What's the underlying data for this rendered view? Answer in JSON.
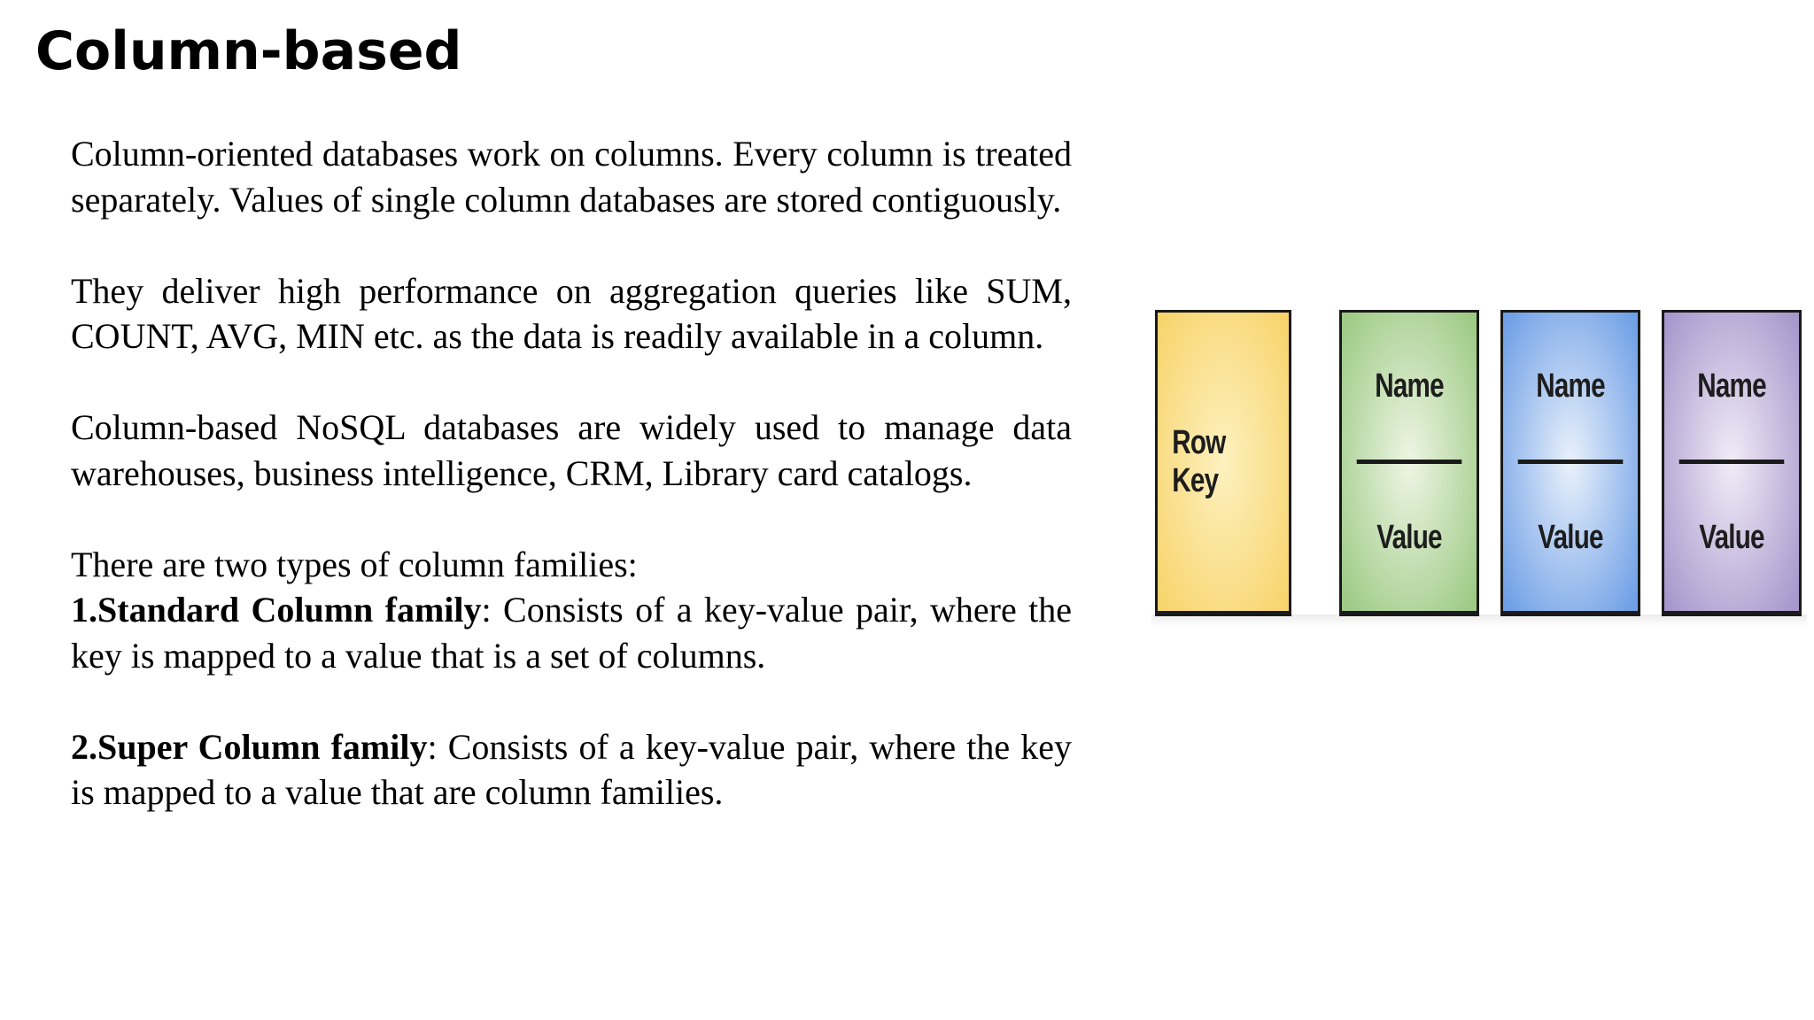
{
  "title": "Column-based",
  "paragraphs": {
    "p1": "Column-oriented databases work on columns. Every column is treated separately. Values of single column databases are stored contiguously.",
    "p2": "They deliver high performance on aggregation queries like SUM, COUNT, AVG, MIN etc. as the data is readily available in a column.",
    "p3": "Column-based NoSQL databases are widely used to manage data warehouses, business intelligence, CRM, Library card catalogs.",
    "p4": "There are two types of column families:",
    "item1_bold": "1.Standard Column family",
    "item1_rest": ": Consists of a key-value pair, where the key is mapped to a value that is a set of columns.",
    "item2_bold": "2.Super Column family",
    "item2_rest": ": Consists of a key-value pair, where the key is mapped to a value that are column families."
  },
  "diagram": {
    "row_key_label": "Row Key",
    "families": [
      {
        "name_label": "Name",
        "value_label": "Value",
        "color": "#9dca85"
      },
      {
        "name_label": "Name",
        "value_label": "Value",
        "color": "#6f9fe6"
      },
      {
        "name_label": "Name",
        "value_label": "Value",
        "color": "#a797cc"
      }
    ],
    "row_key_color": "#f8d46d"
  }
}
